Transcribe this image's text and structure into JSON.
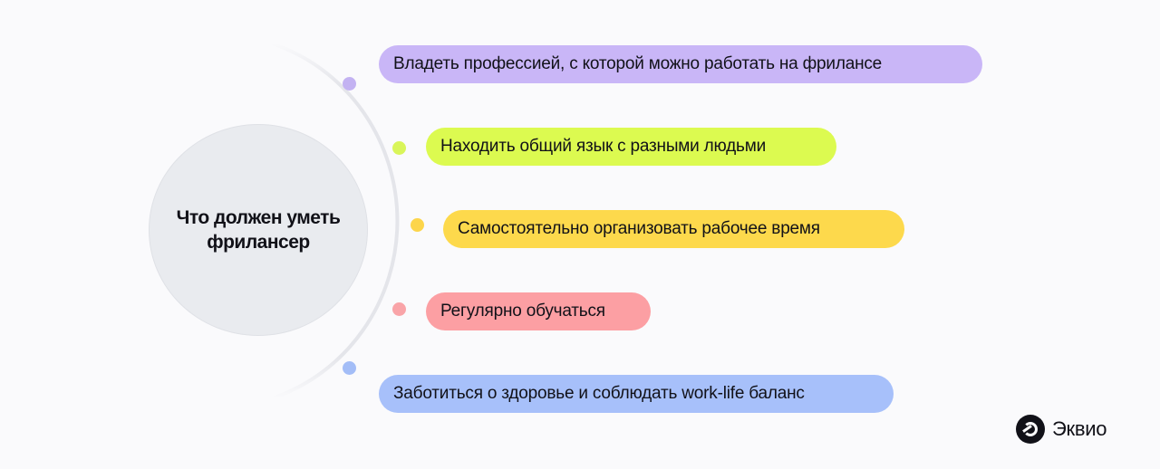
{
  "center": {
    "title": "Что должен уметь фрилансер"
  },
  "items": [
    {
      "label": "Владеть профессией, с которой можно работать на фрилансе",
      "color": "#c9b6f7",
      "dot_color": "#c3b2f2"
    },
    {
      "label": "Находить общий язык с разными людьми",
      "color": "#dcfa50",
      "dot_color": "#d9f55a"
    },
    {
      "label": "Самостоятельно организовать рабочее время",
      "color": "#fdd94c",
      "dot_color": "#fcd54b"
    },
    {
      "label": "Регулярно обучаться",
      "color": "#fc9fa3",
      "dot_color": "#f9a4a8"
    },
    {
      "label": "Заботиться о здоровье и соблюдать work-life баланс",
      "color": "#a7c0fa",
      "dot_color": "#a3bdf7"
    }
  ],
  "brand": {
    "name": "Эквио",
    "icon": "ekvio-logo-icon"
  }
}
